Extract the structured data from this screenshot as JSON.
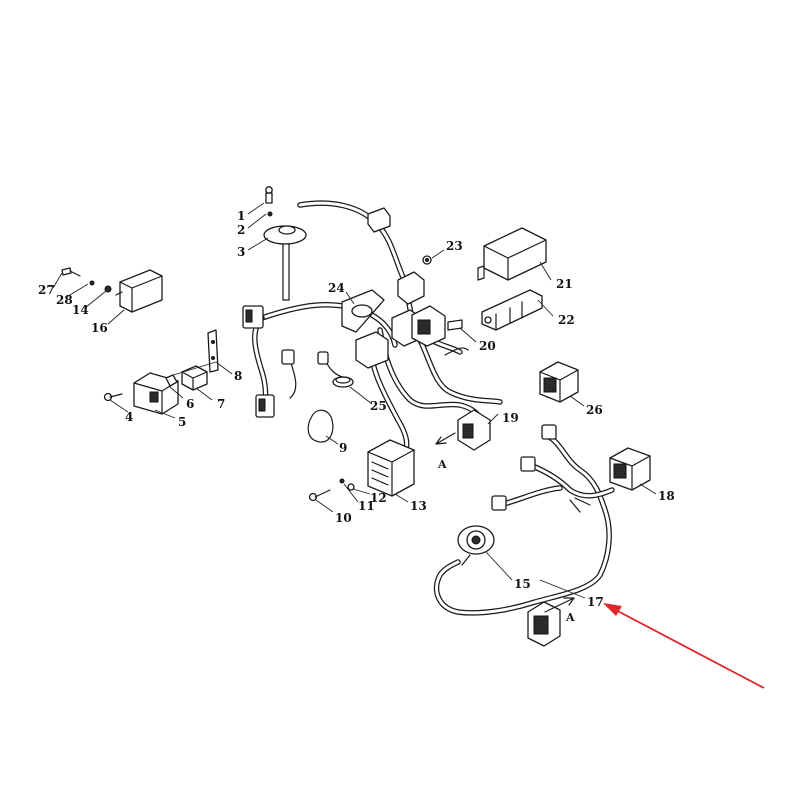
{
  "diagram": {
    "type": "exploded-parts-diagram",
    "callouts": [
      "1",
      "2",
      "3",
      "4",
      "5",
      "6",
      "7",
      "8",
      "9",
      "10",
      "11",
      "12",
      "13",
      "14",
      "15",
      "16",
      "17",
      "18",
      "19",
      "20",
      "21",
      "22",
      "23",
      "24",
      "25",
      "26",
      "27",
      "28"
    ],
    "view_markers": [
      "A",
      "A"
    ],
    "highlight": {
      "target_callout": "17",
      "arrow_color": "#e0262b"
    }
  }
}
